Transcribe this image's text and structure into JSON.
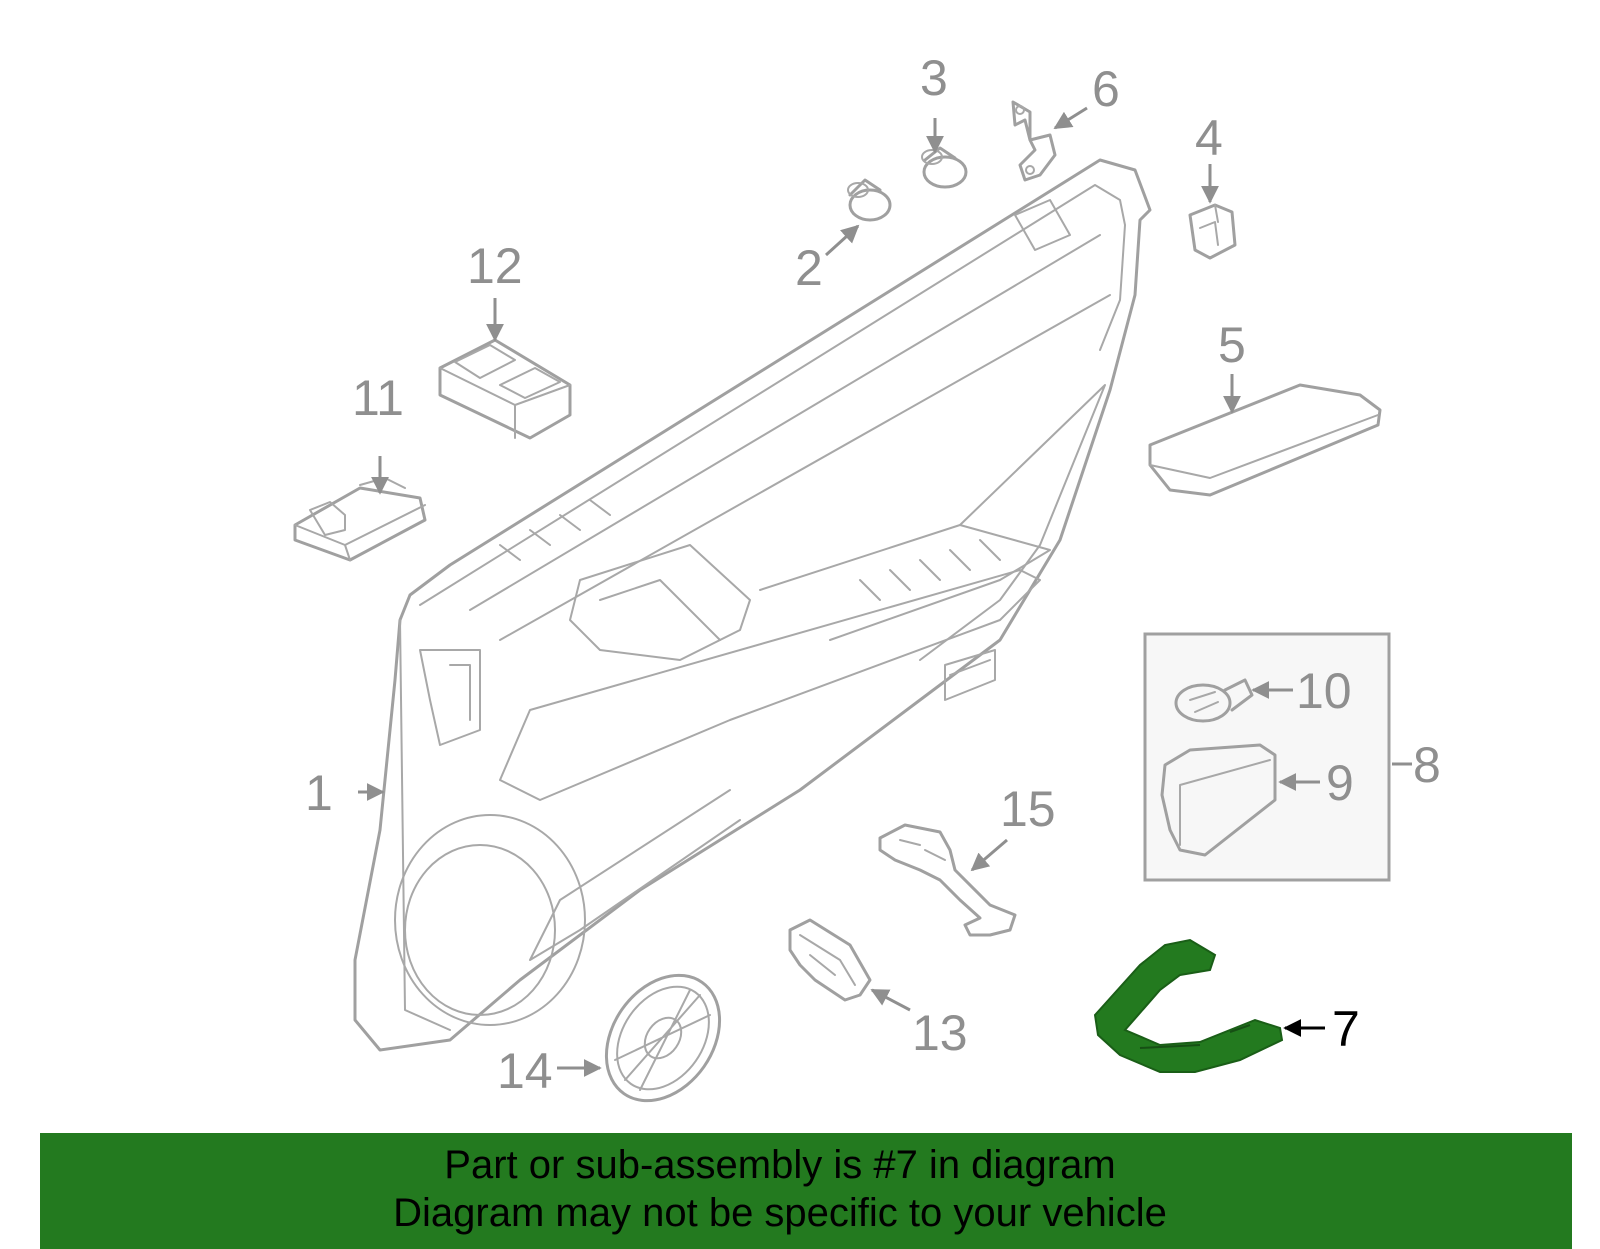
{
  "diagram": {
    "callouts": [
      "1",
      "2",
      "3",
      "4",
      "5",
      "6",
      "7",
      "8",
      "9",
      "10",
      "11",
      "12",
      "13",
      "14",
      "15"
    ],
    "highlighted_part": "7",
    "highlight_color": "#237a1f",
    "line_color": "#a0a0a0"
  },
  "banner": {
    "line1": "Part or sub-assembly is #7 in diagram",
    "line2": "Diagram may not be specific to your vehicle",
    "color": "#237a1f"
  }
}
